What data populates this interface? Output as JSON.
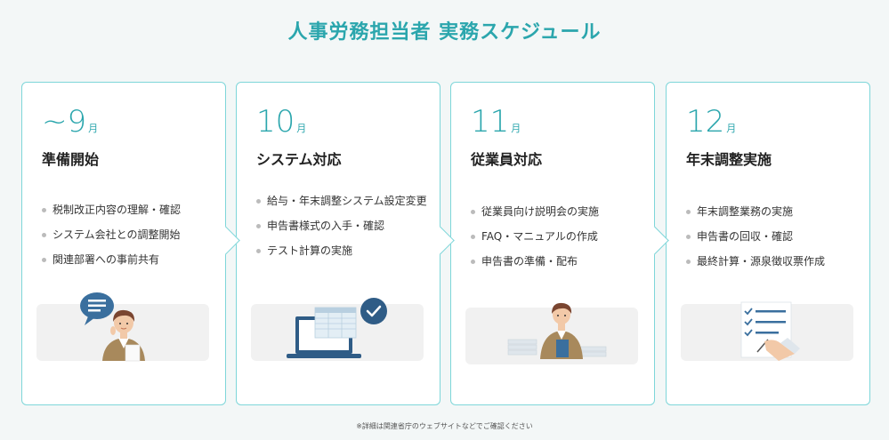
{
  "title": "人事労務担当者 実務スケジュール",
  "cards": [
    {
      "month": "~9",
      "unit": "月",
      "phase": "準備開始",
      "tasks": [
        "税制改正内容の理解・確認",
        "システム会社との調整開始",
        "関連部署への事前共有"
      ],
      "illustration": "person-speech-bubble"
    },
    {
      "month": "10",
      "unit": "月",
      "phase": "システム対応",
      "tasks": [
        "給与・年末調整システム設定変更",
        "申告書様式の入手・確認",
        "テスト計算の実施"
      ],
      "illustration": "laptop-checkmark"
    },
    {
      "month": "11",
      "unit": "月",
      "phase": "従業員対応",
      "tasks": [
        "従業員向け説明会の実施",
        "FAQ・マニュアルの作成",
        "申告書の準備・配布"
      ],
      "illustration": "person-documents"
    },
    {
      "month": "12",
      "unit": "月",
      "phase": "年末調整実施",
      "tasks": [
        "年末調整業務の実施",
        "申告書の回収・確認",
        "最終計算・源泉徴収票作成"
      ],
      "illustration": "checklist-hand"
    }
  ],
  "footnote": "※詳細は関連省庁のウェブサイトなどでご確認ください",
  "colors": {
    "accent": "#2ba6ad",
    "border": "#7ed6d9"
  }
}
